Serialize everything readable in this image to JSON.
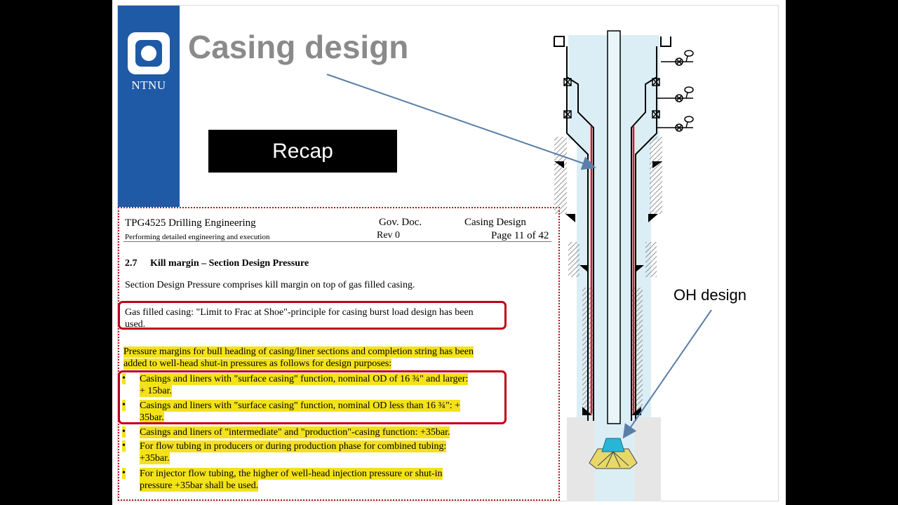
{
  "slide": {
    "title": "Casing design",
    "recap_label": "Recap",
    "logo_text": "NTNU",
    "oh_label": "OH design"
  },
  "document": {
    "course": "TPG4525 Drilling Engineering",
    "subtitle": "Performing detailed engineering and execution",
    "doc_type": "Gov. Doc.",
    "rev": "Rev 0",
    "doc_title": "Casing Design",
    "page": "Page 11 of 42",
    "section_number": "2.7",
    "section_title": "Kill margin – Section Design Pressure",
    "intro": "Section Design Pressure comprises kill margin on top of gas filled casing.",
    "gas_line1": "Gas filled casing: \"Limit to Frac at Shoe\"-principle for casing burst load design has been",
    "gas_line2": "used.",
    "margins_line1": "Pressure margins for bull heading of casing/liner sections and completion string has been",
    "margins_line2": "added to well-head shut-in pressures as follows for design purposes:",
    "bullet_symbol": "•",
    "bullets": [
      {
        "l1": "Casings and liners with \"surface casing\" function, nominal OD of 16 ¾\" and larger:",
        "l2": "+ 15bar."
      },
      {
        "l1": "Casings and liners with \"surface casing\" function, nominal OD less than 16 ¾\": +",
        "l2": "35bar."
      },
      {
        "l1": "Casings and liners of \"intermediate\" and \"production\"-casing function: +35bar.",
        "l2": ""
      },
      {
        "l1": "For flow tubing in producers or during production phase for combined tubing:",
        "l2": "+35bar."
      },
      {
        "l1": "For injector flow tubing, the higher of well-head injection pressure or shut-in",
        "l2": "pressure +35bar shall be used."
      }
    ]
  },
  "colors": {
    "ntnu_blue": "#1f5aa6",
    "highlight": "#f3e21a",
    "red_box": "#c00018",
    "arrow": "#5a7ea8",
    "well_fill": "#dceef5"
  },
  "icons": [
    "ntnu-logo",
    "wellbore-schematic",
    "drill-bit-icon",
    "valve-icon"
  ]
}
